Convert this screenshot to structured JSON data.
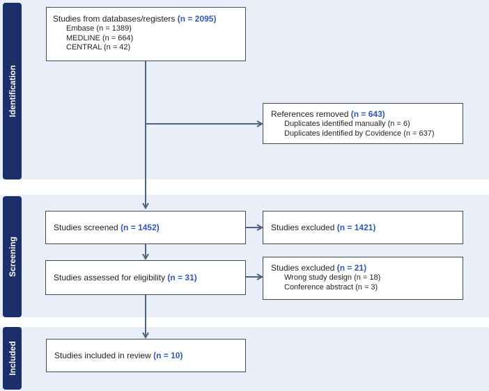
{
  "phases": {
    "identification": "Identification",
    "screening": "Screening",
    "included": "Included"
  },
  "identification_box": {
    "label": "Studies from databases/registers ",
    "n": "(n = 2095)",
    "sources": [
      "Embase (n = 1389)",
      "MEDLINE (n = 664)",
      "CENTRAL (n = 42)"
    ]
  },
  "removed_box": {
    "label": "References removed ",
    "n": "(n = 643)",
    "items": [
      "Duplicates identified manually (n = 6)",
      "Duplicates identified by Covidence (n = 637)"
    ]
  },
  "screened_box": {
    "label": "Studies screened ",
    "n": "(n = 1452)"
  },
  "excluded1_box": {
    "label": "Studies excluded ",
    "n": "(n = 1421)"
  },
  "eligibility_box": {
    "label": "Studies assessed for eligibility ",
    "n": "(n = 31)"
  },
  "excluded2_box": {
    "label": "Studies excluded ",
    "n": "(n = 21)",
    "items": [
      "Wrong study design (n = 18)",
      "Conference abstract (n = 3)"
    ]
  },
  "included_box": {
    "label": "Studies included in review ",
    "n": "(n = 10)"
  },
  "colors": {
    "phase_tab": "#1b2f6b",
    "phase_bg": "#e9eef8",
    "highlight": "#2f56b8",
    "arrow": "#4d6280"
  }
}
